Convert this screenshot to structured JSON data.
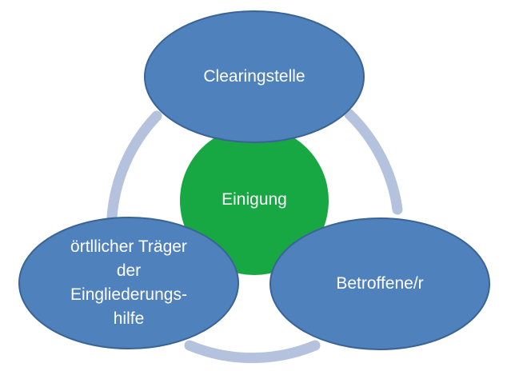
{
  "diagram": {
    "center": {
      "label": "Einigung"
    },
    "nodes": [
      {
        "id": "clearing",
        "label": "Clearingstelle"
      },
      {
        "id": "betroffene",
        "label": "Betroffene/r"
      },
      {
        "id": "traeger",
        "lines": [
          "örtllicher Träger",
          "der",
          "Eingliederungs-",
          "hilfe"
        ]
      }
    ],
    "colors": {
      "node_fill": "#4f81bd",
      "node_stroke": "#3a6496",
      "center_fill": "#18a843",
      "ring": "#b4c2dd",
      "text": "#ffffff"
    }
  }
}
